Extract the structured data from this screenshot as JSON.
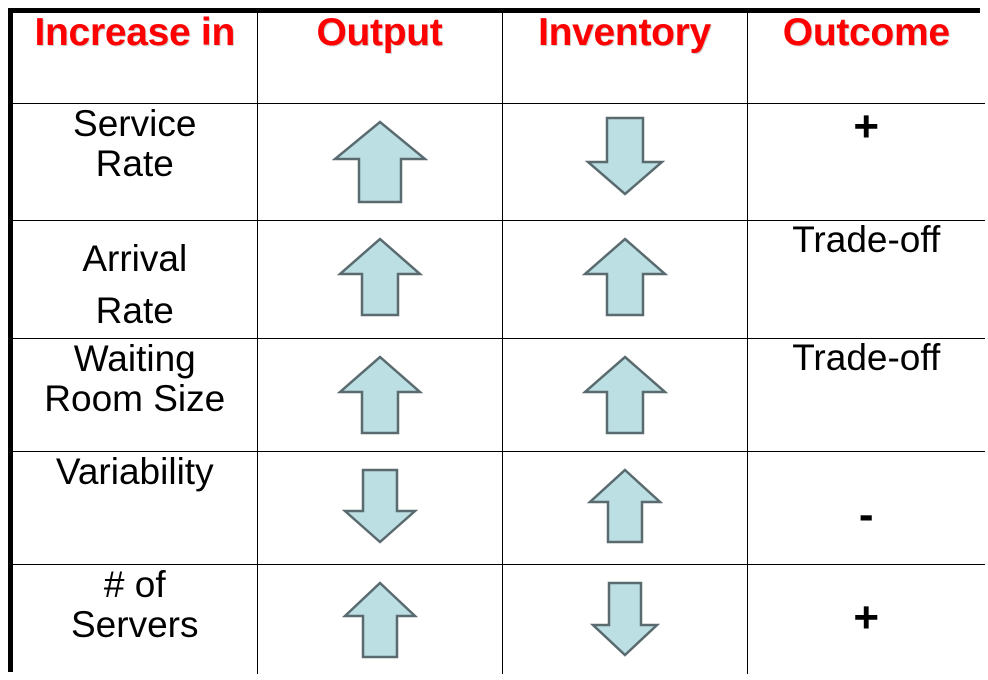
{
  "table": {
    "headers": [
      {
        "label": "Increase in",
        "name": "header-increase-in"
      },
      {
        "label": "Output",
        "name": "header-output"
      },
      {
        "label": "Inventory",
        "name": "header-inventory"
      },
      {
        "label": "Outcome",
        "name": "header-outcome"
      }
    ],
    "rows": [
      {
        "factor": "Service\nRate",
        "output": "up-arrow-icon",
        "inventory": "down-arrow-icon",
        "outcome": "+"
      },
      {
        "factor": "Arrival\nRate",
        "output": "up-arrow-icon",
        "inventory": "up-arrow-icon",
        "outcome": "Trade-off"
      },
      {
        "factor": "Waiting\nRoom Size",
        "output": "up-arrow-icon",
        "inventory": "up-arrow-icon",
        "outcome": "Trade-off"
      },
      {
        "factor": "Variability",
        "output": "down-arrow-icon",
        "inventory": "up-arrow-icon",
        "outcome": "-"
      },
      {
        "factor": "# of\nServers",
        "output": "up-arrow-icon",
        "inventory": "down-arrow-icon",
        "outcome": "+"
      }
    ]
  },
  "colors": {
    "header_text": "#ff0000",
    "body_text": "#000000",
    "arrow_fill": "#bcdfe3",
    "arrow_stroke": "#5a6b70",
    "border": "#000000",
    "background": "#ffffff"
  }
}
